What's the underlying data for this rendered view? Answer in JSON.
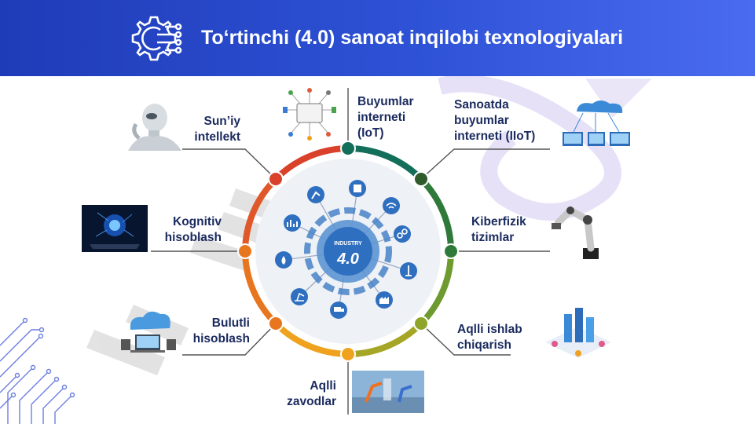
{
  "title": "To‘rtinchi (4.0) sanoat inqilobi texnologiyalari",
  "hub": {
    "line1": "INDUSTRY",
    "line2": "4.0"
  },
  "labels": {
    "ai": "Sun’iy\nintellekt",
    "iot": "Buyumlar\ninterneti\n(IoT)",
    "iiot": "Sanoatda\nbuyumlar\ninterneti (IIoT)",
    "cognitive": "Kognitiv\nhisoblash",
    "cyber": "Kiberfizik\ntizimlar",
    "cloud": "Bulutli\nhisoblash",
    "smart_mfg": "Aqlli ishlab\nchiqarish",
    "smart_factory": "Aqlli\nzavodlar"
  },
  "colors": {
    "header": "#2e52d6",
    "label_text": "#1a2a5e",
    "ring_red": "#d9412b",
    "ring_orange": "#e8761f",
    "ring_yellow": "#efa21d",
    "ring_green": "#2f7a3a",
    "ring_olive": "#8fa52a",
    "ring_teal": "#136e5a"
  }
}
